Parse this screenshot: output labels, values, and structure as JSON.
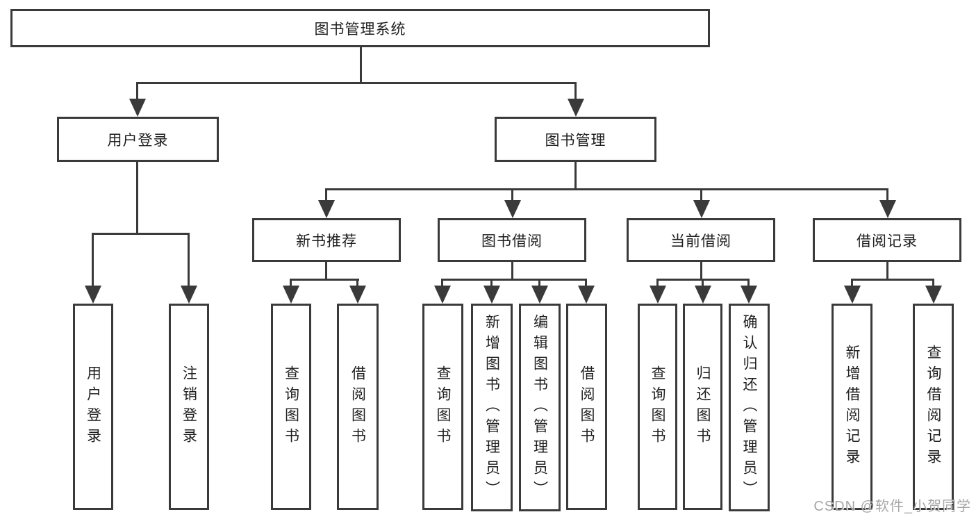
{
  "diagram": {
    "root": {
      "label": "图书管理系统"
    },
    "branches": [
      {
        "label": "用户登录",
        "children": [
          {
            "label": "用户登录"
          },
          {
            "label": "注销登录"
          }
        ]
      },
      {
        "label": "图书管理",
        "children": [
          {
            "label": "新书推荐",
            "children": [
              {
                "label": "查询图书"
              },
              {
                "label": "借阅图书"
              }
            ]
          },
          {
            "label": "图书借阅",
            "children": [
              {
                "label": "查询图书"
              },
              {
                "label": "新增图书（管理员）"
              },
              {
                "label": "编辑图书（管理员）"
              },
              {
                "label": "借阅图书"
              }
            ]
          },
          {
            "label": "当前借阅",
            "children": [
              {
                "label": "查询图书"
              },
              {
                "label": "归还图书"
              },
              {
                "label": "确认归还（管理员）"
              }
            ]
          },
          {
            "label": "借阅记录",
            "children": [
              {
                "label": "新增借阅记录"
              },
              {
                "label": "查询借阅记录"
              }
            ]
          }
        ]
      }
    ]
  },
  "watermark": {
    "text": "CSDN @软件_小贺同学"
  },
  "colors": {
    "line": "#3a3a3a",
    "text": "#1f1f1f",
    "background": "#ffffff",
    "watermark": "#969696"
  }
}
